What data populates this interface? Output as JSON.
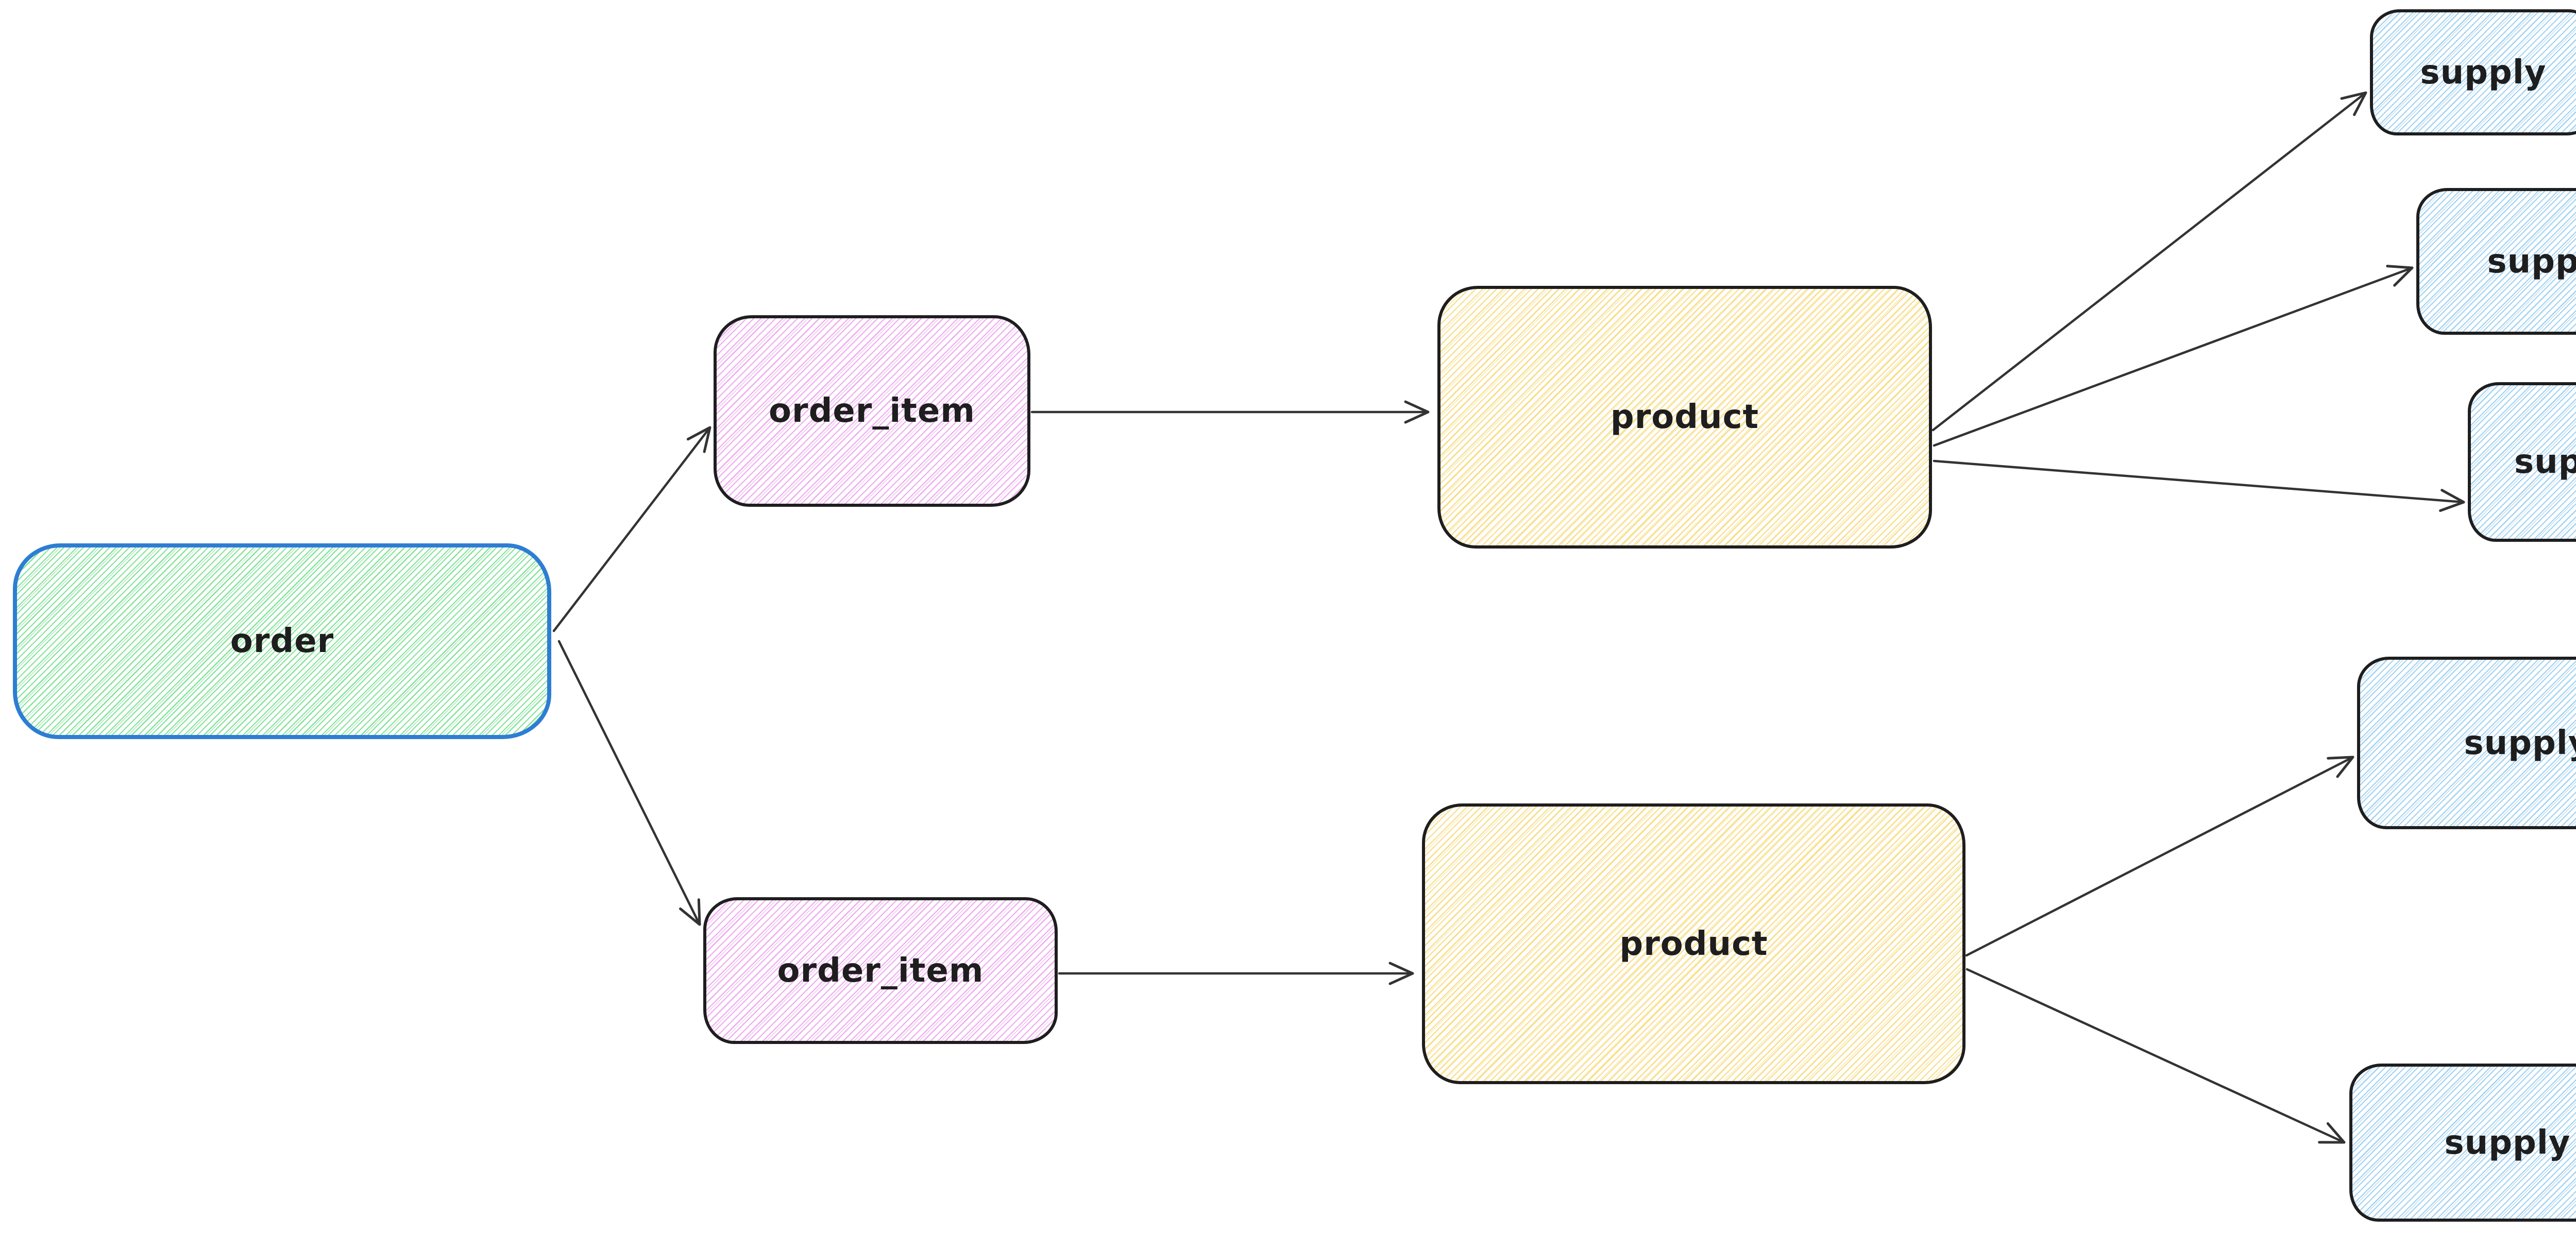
{
  "palette": {
    "canvas-bg": "#ffffff",
    "ink": "#1e1e1e",
    "edge-ink": "#333333",
    "blue-stroke": "#2d7ed3",
    "hatch-green": "#84e39a",
    "hatch-pink": "#efaaf0",
    "hatch-yellow": "#f8de8a",
    "hatch-blue": "#a2d2f2"
  },
  "diagram": {
    "style": "hand-drawn hachure (excalidraw)",
    "nodes": [
      {
        "id": "order",
        "label": "order",
        "fill": "green hachure",
        "border": "#2d7ed3"
      },
      {
        "id": "order_item_1",
        "label": "order_item",
        "fill": "pink hachure",
        "border": "#1e1e1e"
      },
      {
        "id": "order_item_2",
        "label": "order_item",
        "fill": "pink hachure",
        "border": "#1e1e1e"
      },
      {
        "id": "product_1",
        "label": "product",
        "fill": "yellow hachure",
        "border": "#1e1e1e"
      },
      {
        "id": "product_2",
        "label": "product",
        "fill": "yellow hachure",
        "border": "#1e1e1e"
      },
      {
        "id": "supply_1",
        "label": "supply",
        "fill": "blue hachure",
        "border": "#1e1e1e"
      },
      {
        "id": "supply_2",
        "label": "supply",
        "fill": "blue hachure",
        "border": "#1e1e1e"
      },
      {
        "id": "supply_3",
        "label": "supply",
        "fill": "blue hachure",
        "border": "#1e1e1e"
      },
      {
        "id": "supply_4",
        "label": "supply",
        "fill": "blue hachure",
        "border": "#1e1e1e"
      },
      {
        "id": "supply_5",
        "label": "supply",
        "fill": "blue hachure",
        "border": "#1e1e1e"
      }
    ],
    "edges": [
      {
        "from": "order",
        "to": "order_item_1"
      },
      {
        "from": "order",
        "to": "order_item_2"
      },
      {
        "from": "order_item_1",
        "to": "product_1"
      },
      {
        "from": "order_item_2",
        "to": "product_2"
      },
      {
        "from": "product_1",
        "to": "supply_1"
      },
      {
        "from": "product_1",
        "to": "supply_2"
      },
      {
        "from": "product_1",
        "to": "supply_3"
      },
      {
        "from": "product_2",
        "to": "supply_4"
      },
      {
        "from": "product_2",
        "to": "supply_5"
      }
    ]
  }
}
